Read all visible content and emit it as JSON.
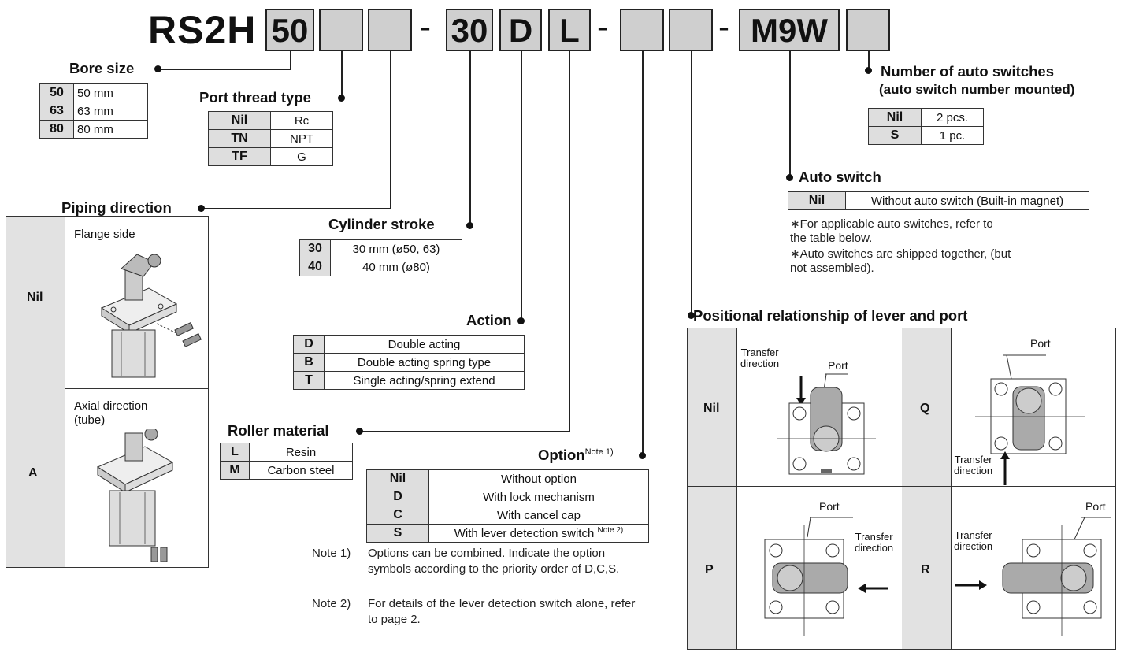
{
  "model": {
    "prefix": "RS2H",
    "bore": "50",
    "stroke": "30",
    "action": "D",
    "roller": "L",
    "switch": "M9W",
    "dash": "-"
  },
  "bore_size": {
    "title": "Bore size",
    "rows": [
      [
        "50",
        "50 mm"
      ],
      [
        "63",
        "63 mm"
      ],
      [
        "80",
        "80 mm"
      ]
    ]
  },
  "port_thread": {
    "title": "Port thread type",
    "rows": [
      [
        "Nil",
        "Rc"
      ],
      [
        "TN",
        "NPT"
      ],
      [
        "TF",
        "G"
      ]
    ]
  },
  "piping": {
    "title": "Piping direction",
    "rows": [
      {
        "key": "Nil",
        "label": "Flange side"
      },
      {
        "key": "A",
        "label": "Axial direction (tube)"
      }
    ]
  },
  "cylinder_stroke": {
    "title": "Cylinder stroke",
    "rows": [
      [
        "30",
        "30 mm (ø50, 63)"
      ],
      [
        "40",
        "40 mm (ø80)"
      ]
    ]
  },
  "action": {
    "title": "Action",
    "rows": [
      [
        "D",
        "Double acting"
      ],
      [
        "B",
        "Double acting spring type"
      ],
      [
        "T",
        "Single acting/spring extend"
      ]
    ]
  },
  "roller": {
    "title": "Roller material",
    "rows": [
      [
        "L",
        "Resin"
      ],
      [
        "M",
        "Carbon steel"
      ]
    ]
  },
  "option": {
    "title": "Option",
    "title_sup": "Note 1)",
    "rows": [
      [
        "Nil",
        "Without option"
      ],
      [
        "D",
        "With lock mechanism"
      ],
      [
        "C",
        "With cancel cap"
      ],
      [
        "S",
        "With lever detection switch"
      ]
    ],
    "s_sup": "Note 2)",
    "note1_label": "Note 1)",
    "note1_text": "Options can be combined. Indicate the option symbols according to the priority order of D,C,S.",
    "note2_label": "Note 2)",
    "note2_text": "For details of the lever detection switch alone, refer to page 2."
  },
  "num_switches": {
    "title1": "Number of auto switches",
    "title2": "(auto switch number mounted)",
    "rows": [
      [
        "Nil",
        "2 pcs."
      ],
      [
        "S",
        "1 pc."
      ]
    ]
  },
  "auto_switch": {
    "title": "Auto switch",
    "rows": [
      [
        "Nil",
        "Without auto switch (Built-in magnet)"
      ]
    ],
    "note1": "∗For applicable auto switches, refer to the table below.",
    "note2": "∗Auto switches are shipped together, (but not assembled)."
  },
  "positional": {
    "title": "Positional relationship of lever and port",
    "cells": [
      {
        "key": "Nil",
        "port": "Port",
        "transfer1": "Transfer",
        "transfer2": "direction"
      },
      {
        "key": "Q",
        "port": "Port",
        "transfer1": "Transfer",
        "transfer2": "direction"
      },
      {
        "key": "P",
        "port": "Port",
        "transfer1": "Transfer",
        "transfer2": "direction"
      },
      {
        "key": "R",
        "port": "Port",
        "transfer1": "Transfer",
        "transfer2": "direction"
      }
    ]
  }
}
